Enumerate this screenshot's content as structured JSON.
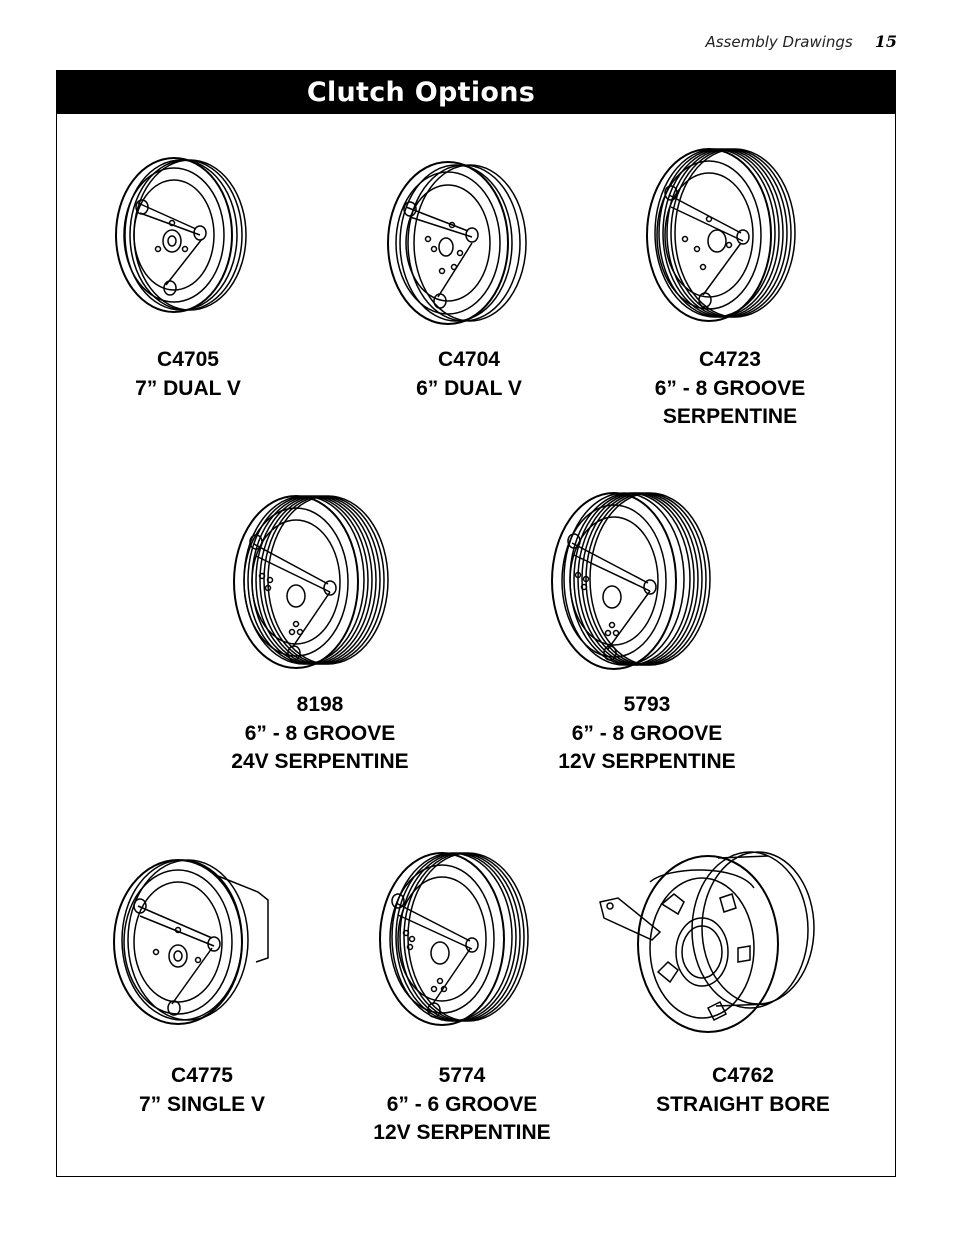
{
  "header": {
    "section": "Assembly Drawings",
    "page_number": "15"
  },
  "panel": {
    "title": "Clutch Options"
  },
  "clutches": [
    {
      "part_number": "C4705",
      "lines": [
        "7” DUAL V"
      ],
      "icon": "pulley-dual-v-icon"
    },
    {
      "part_number": "C4704",
      "lines": [
        "6” DUAL V"
      ],
      "icon": "pulley-dual-v-small-icon"
    },
    {
      "part_number": "C4723",
      "lines": [
        "6” - 8 GROOVE",
        "SERPENTINE"
      ],
      "icon": "pulley-serpentine-icon"
    },
    {
      "part_number": "8198",
      "lines": [
        "6” - 8 GROOVE",
        "24V SERPENTINE"
      ],
      "icon": "pulley-serpentine-icon"
    },
    {
      "part_number": "5793",
      "lines": [
        "6” - 8 GROOVE",
        "12V SERPENTINE"
      ],
      "icon": "pulley-serpentine-icon"
    },
    {
      "part_number": "C4775",
      "lines": [
        "7” SINGLE V"
      ],
      "icon": "pulley-single-v-icon"
    },
    {
      "part_number": "5774",
      "lines": [
        "6” - 6 GROOVE",
        "12V SERPENTINE"
      ],
      "icon": "pulley-serpentine-icon"
    },
    {
      "part_number": "C4762",
      "lines": [
        "STRAIGHT BORE"
      ],
      "icon": "clutch-straight-bore-icon"
    }
  ]
}
